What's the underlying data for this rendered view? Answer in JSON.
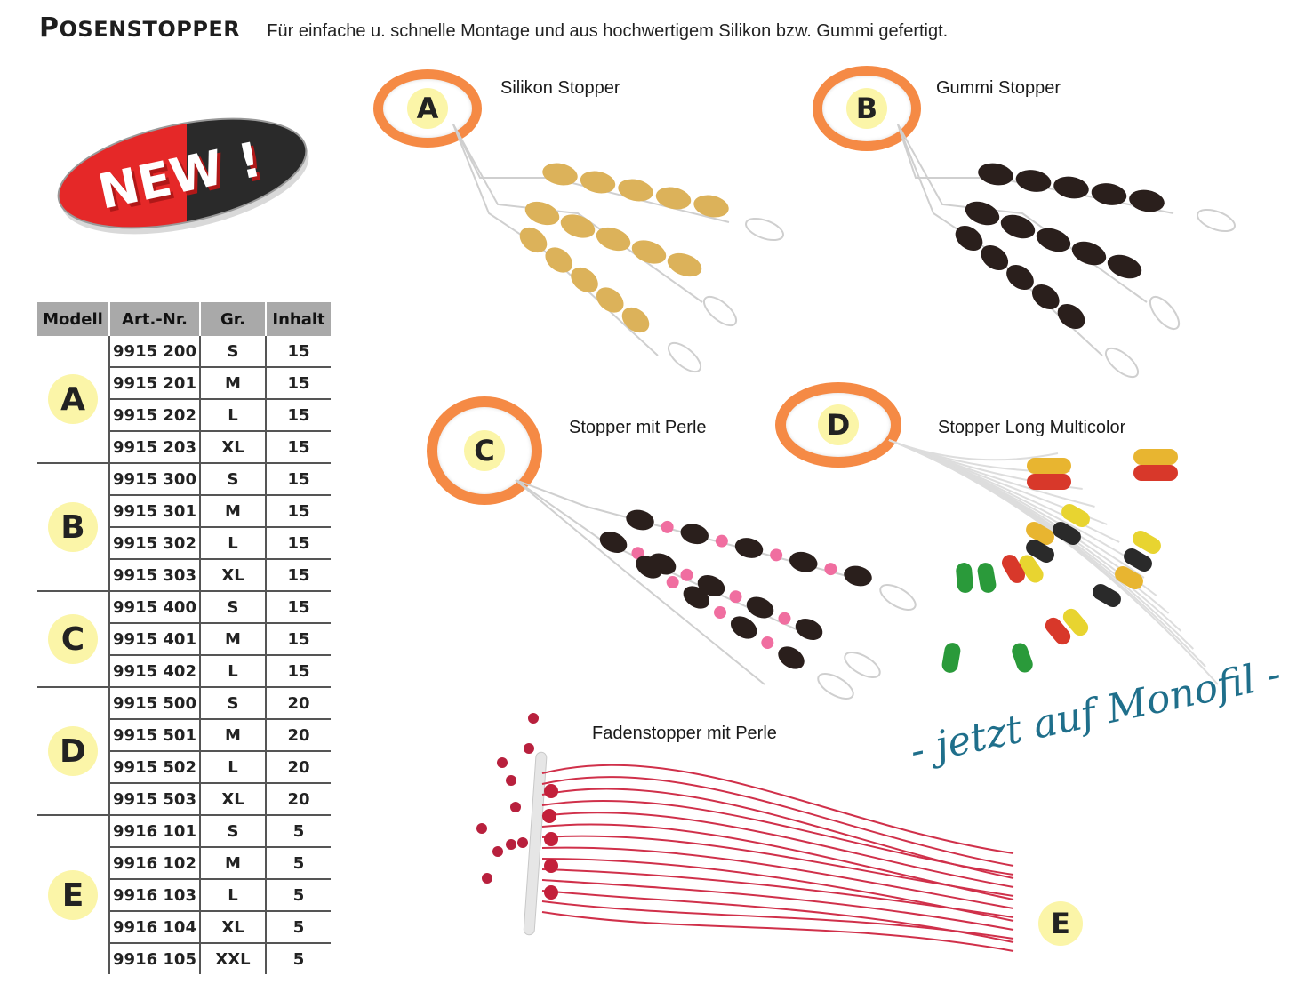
{
  "header": {
    "title_cap": "P",
    "title_rest": "OSENSTOPPER",
    "subtitle": "Für einfache u. schnelle Montage und aus hochwertigem Silikon bzw. Gummi gefertigt."
  },
  "badge": {
    "text": "NEW !"
  },
  "table": {
    "headers": [
      "Modell",
      "Art.-Nr.",
      "Gr.",
      "Inhalt"
    ],
    "groups": [
      {
        "model": "A",
        "rows": [
          {
            "art": "9915 200",
            "gr": "S",
            "inhalt": "15"
          },
          {
            "art": "9915 201",
            "gr": "M",
            "inhalt": "15"
          },
          {
            "art": "9915 202",
            "gr": "L",
            "inhalt": "15"
          },
          {
            "art": "9915 203",
            "gr": "XL",
            "inhalt": "15"
          }
        ]
      },
      {
        "model": "B",
        "rows": [
          {
            "art": "9915 300",
            "gr": "S",
            "inhalt": "15"
          },
          {
            "art": "9915 301",
            "gr": "M",
            "inhalt": "15"
          },
          {
            "art": "9915 302",
            "gr": "L",
            "inhalt": "15"
          },
          {
            "art": "9915 303",
            "gr": "XL",
            "inhalt": "15"
          }
        ]
      },
      {
        "model": "C",
        "rows": [
          {
            "art": "9915 400",
            "gr": "S",
            "inhalt": "15"
          },
          {
            "art": "9915 401",
            "gr": "M",
            "inhalt": "15"
          },
          {
            "art": "9915 402",
            "gr": "L",
            "inhalt": "15"
          }
        ]
      },
      {
        "model": "D",
        "rows": [
          {
            "art": "9915 500",
            "gr": "S",
            "inhalt": "20"
          },
          {
            "art": "9915 501",
            "gr": "M",
            "inhalt": "20"
          },
          {
            "art": "9915 502",
            "gr": "L",
            "inhalt": "20"
          },
          {
            "art": "9915 503",
            "gr": "XL",
            "inhalt": "20"
          }
        ]
      },
      {
        "model": "E",
        "rows": [
          {
            "art": "9916 101",
            "gr": "S",
            "inhalt": "5"
          },
          {
            "art": "9916 102",
            "gr": "M",
            "inhalt": "5"
          },
          {
            "art": "9916 103",
            "gr": "L",
            "inhalt": "5"
          },
          {
            "art": "9916 104",
            "gr": "XL",
            "inhalt": "5"
          },
          {
            "art": "9916 105",
            "gr": "XXL",
            "inhalt": "5"
          }
        ]
      }
    ]
  },
  "products": {
    "a": {
      "letter": "A",
      "label": "Silikon Stopper"
    },
    "b": {
      "letter": "B",
      "label": "Gummi Stopper"
    },
    "c": {
      "letter": "C",
      "label": "Stopper mit Perle"
    },
    "d": {
      "letter": "D",
      "label": "Stopper Long Multicolor"
    },
    "e": {
      "letter": "E",
      "label": "Fadenstopper mit Perle"
    }
  },
  "script_text": "- jetzt auf Monofil -",
  "colors": {
    "ring": "#f58a45",
    "letter_circle": "#fbf5a8",
    "silikon_bead": "#dcb25a",
    "gummi_bead": "#2a1f1c",
    "pink_bead": "#f06ea0",
    "thread": "#d0304a",
    "script": "#1f6f8b"
  }
}
